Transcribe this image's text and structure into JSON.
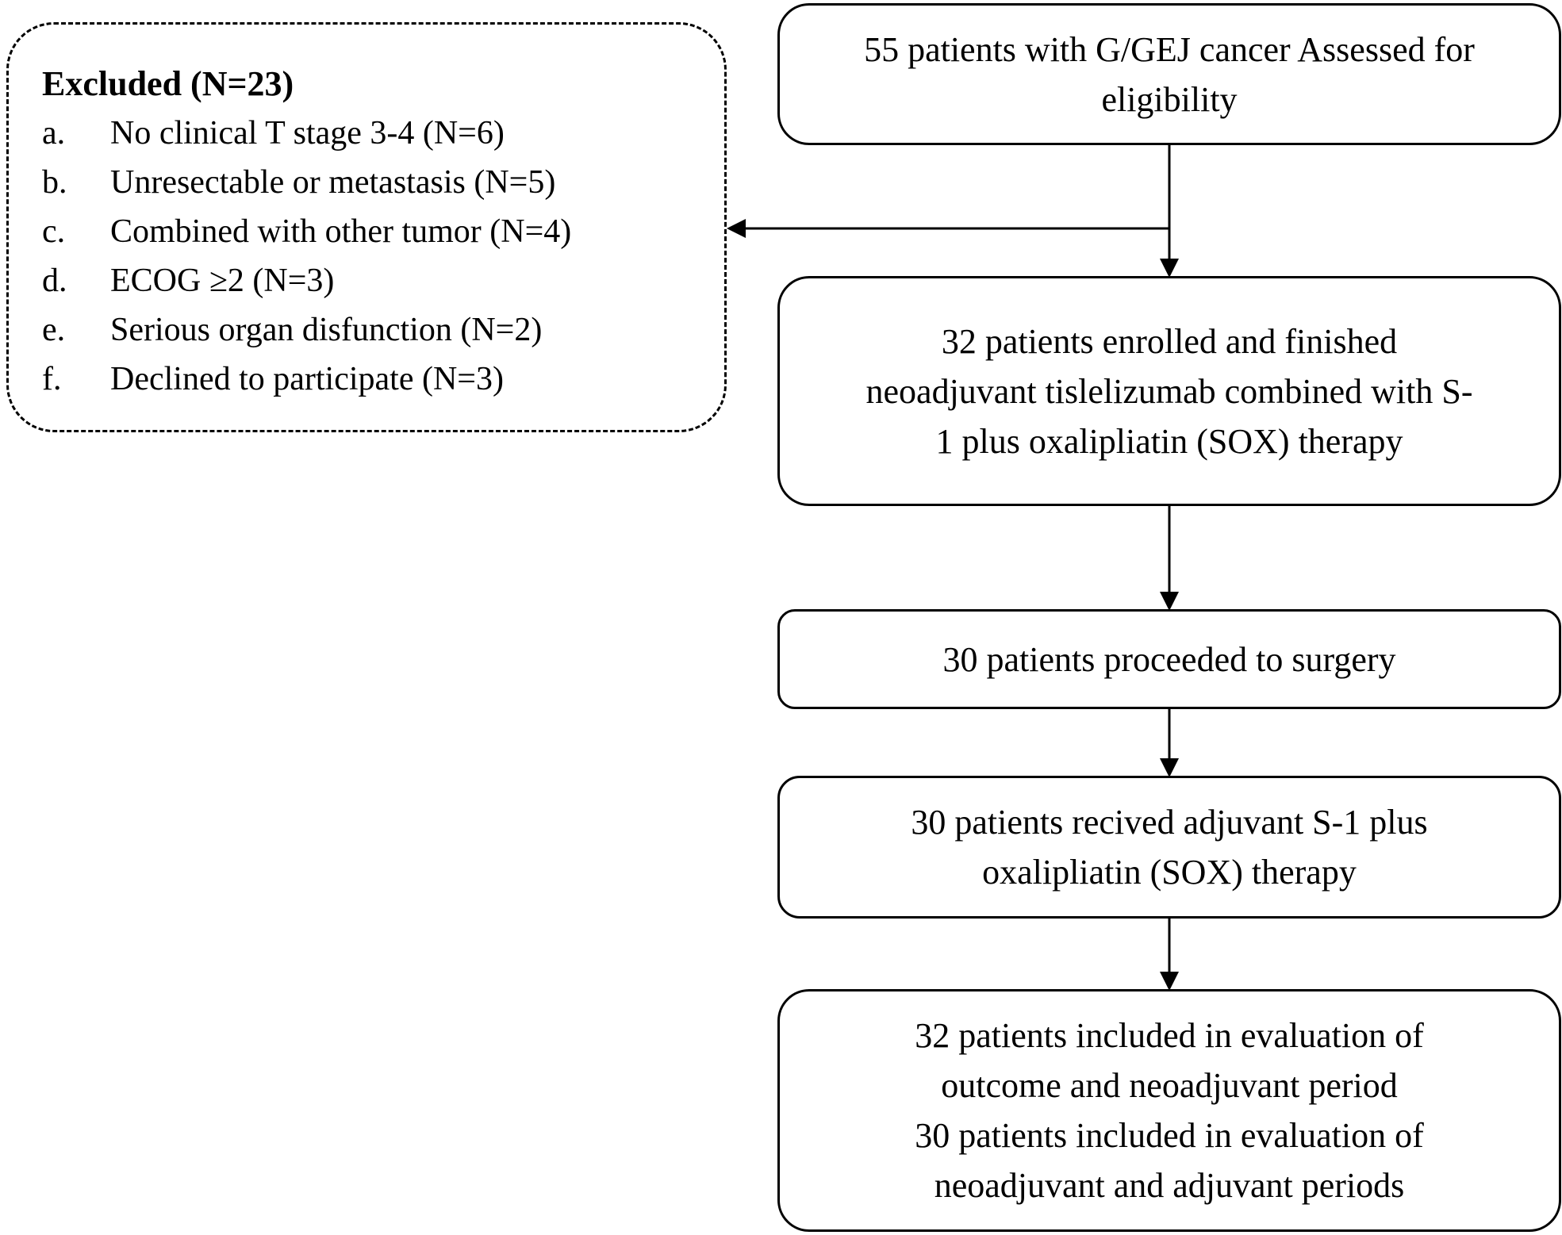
{
  "flow": {
    "assessed": "55 patients with G/GEJ cancer Assessed for\neligibility",
    "enrolled": "32 patients enrolled and finished\nneoadjuvant tislelizumab  combined with S-\n1 plus oxalipliatin (SOX) therapy",
    "surgery": "30 patients proceeded to surgery",
    "adjuvant": "30 patients recived adjuvant S-1 plus\noxalipliatin (SOX) therapy",
    "evaluation": "32 patients included in evaluation of\noutcome and neoadjuvant period\n30 patients included in evaluation of\nneoadjuvant and adjuvant periods"
  },
  "excluded": {
    "title": "Excluded (N=23)",
    "items": [
      {
        "label": "a.",
        "text": "No clinical  T stage 3-4 (N=6)"
      },
      {
        "label": "b.",
        "text": "Unresectable or metastasis (N=5)"
      },
      {
        "label": "c.",
        "text": "Combined with other tumor (N=4)"
      },
      {
        "label": "d.",
        "text": "ECOG ≥2 (N=3)"
      },
      {
        "label": "e.",
        "text": "Serious organ disfunction (N=2)"
      },
      {
        "label": "f.",
        "text": "Declined to participate (N=3)"
      }
    ]
  }
}
